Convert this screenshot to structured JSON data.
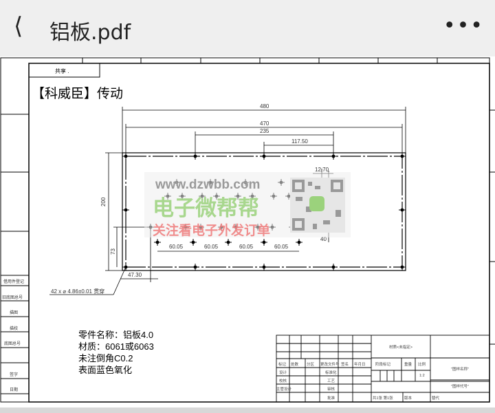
{
  "header": {
    "title": "铝板.pdf",
    "back_icon": "chevron-left",
    "more_icon": "ellipsis"
  },
  "drawing": {
    "stamp_box": "共享 .",
    "heading": "【科威臣】传动",
    "dims": {
      "d480": "480",
      "d470": "470",
      "d235": "235",
      "d117": "117.50",
      "d200": "200",
      "d73": "73",
      "d47": "47.30",
      "d60": "60.05",
      "d12": "12.70",
      "d40": "40"
    },
    "hole_note": "42 x ⌀ 4.86±0.01 贯穿",
    "notes": [
      "零件名称：铝板4.0",
      "材质：6061或6063",
      "未注倒角C0.2",
      "表面蓝色氧化"
    ],
    "left_column": [
      "借用件登记",
      "旧底图总号",
      "描图",
      "描校",
      "底图总号",
      "签字",
      "日期"
    ],
    "title_block": {
      "header_row": [
        "标记",
        "处数",
        "分区",
        "更改文件号",
        "签名",
        "年月日"
      ],
      "rows": [
        "设计",
        "校核",
        "主管设计"
      ],
      "mid": [
        "标准化",
        "工艺",
        "审核",
        "批准"
      ],
      "material": "材质<未指定>",
      "stage": "阶段标记",
      "weight": "重量",
      "scale": "比例",
      "scale_value": "1:2",
      "sheets": "共1张 第1张",
      "version": "版本",
      "replace": "替代",
      "drawing_name": "\"图样名称\"",
      "drawing_code": "\"图样代号\""
    }
  },
  "watermark": {
    "url": "www.dzwbb.com",
    "brand": "电子微帮帮",
    "slogan": "关注看电子外发订单"
  }
}
